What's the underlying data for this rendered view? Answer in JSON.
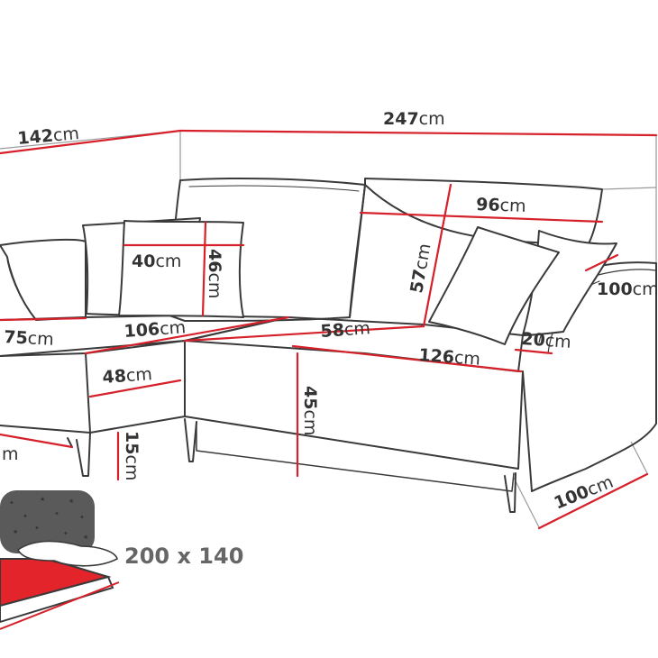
{
  "colors": {
    "outline": "#3a3a3a",
    "dimension_line": "#d6202a",
    "guide_line": "#9a9a9a",
    "text": "#333333",
    "bed_mattress": "#e3242b",
    "panel_dark": "#5a5a5a"
  },
  "dimensions": {
    "total_width": {
      "value": "247",
      "unit": "cm"
    },
    "chaise_width": {
      "value": "142",
      "unit": "cm"
    },
    "back_cushion_width": {
      "value": "96",
      "unit": "cm"
    },
    "pillow_width": {
      "value": "40",
      "unit": "cm"
    },
    "pillow_height": {
      "value": "46",
      "unit": "cm"
    },
    "backrest_height": {
      "value": "57",
      "unit": "cm"
    },
    "armrest_depth": {
      "value": "100",
      "unit": "cm"
    },
    "chaise_depth": {
      "value": "75",
      "unit": "cm"
    },
    "chaise_seat_length": {
      "value": "106",
      "unit": "cm"
    },
    "seat_depth": {
      "value": "58",
      "unit": "cm"
    },
    "armrest_width": {
      "value": "20",
      "unit": "cm"
    },
    "seat_width": {
      "value": "126",
      "unit": "cm"
    },
    "chaise_front_width": {
      "value": "48",
      "unit": "cm"
    },
    "seat_height": {
      "value": "45",
      "unit": "cm"
    },
    "leg_height": {
      "value": "15",
      "unit": "cm"
    },
    "side_depth": {
      "value": "100",
      "unit": "cm"
    },
    "chaise_side": {
      "value": "",
      "unit": "m"
    }
  },
  "bed": {
    "size_label": "200 x 140"
  }
}
